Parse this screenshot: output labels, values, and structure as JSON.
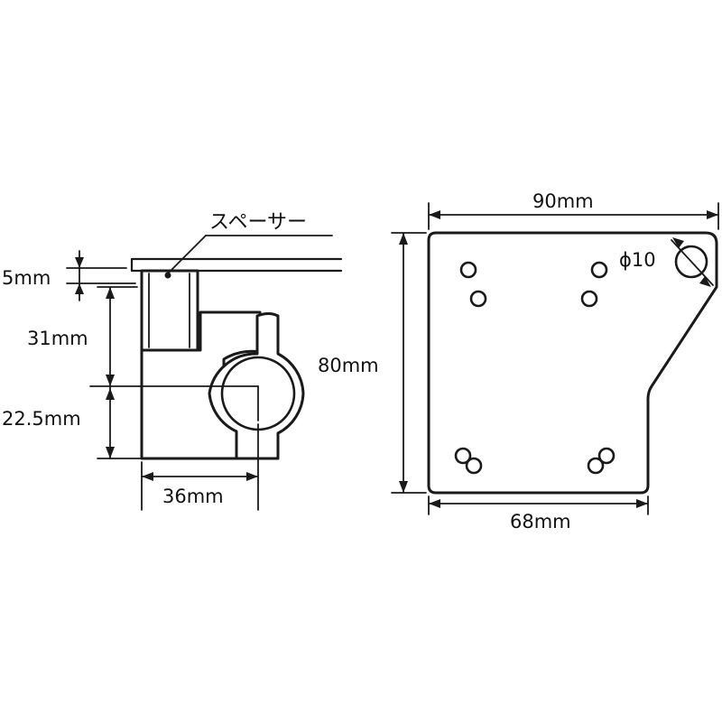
{
  "side_view": {
    "spacer_label": "スペーサー",
    "dims": {
      "spacer_thickness": "5mm",
      "body_height": "31mm",
      "lower_height": "22.5mm",
      "width": "36mm"
    }
  },
  "plate_view": {
    "dims": {
      "width_top": "90mm",
      "height": "80mm",
      "width_bottom": "68mm",
      "hole_diameter": "ϕ10"
    }
  }
}
